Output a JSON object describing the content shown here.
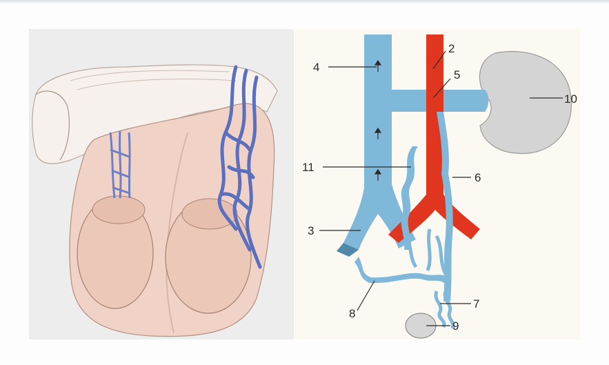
{
  "labels": {
    "n2": "2",
    "n3": "3",
    "n4": "4",
    "n5": "5",
    "n6": "6",
    "n7": "7",
    "n8": "8",
    "n9": "9",
    "n10": "10",
    "n11": "11"
  },
  "colors": {
    "vein": "#7fb8d8",
    "artery": "#e0361f",
    "kidney": "#d4d4d4",
    "skin": "#f2d7cc",
    "varicose": "#5b6fbf"
  }
}
